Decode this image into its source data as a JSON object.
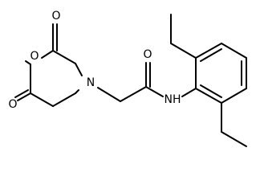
{
  "molecule": {
    "atom_labels": {
      "ring_oxygen": "O",
      "carbonyl_oxygen_top": "O",
      "carbonyl_oxygen_bottom": "O",
      "ring_nitrogen": "N",
      "amide_oxygen": "O",
      "amide_nh": "NH"
    }
  }
}
